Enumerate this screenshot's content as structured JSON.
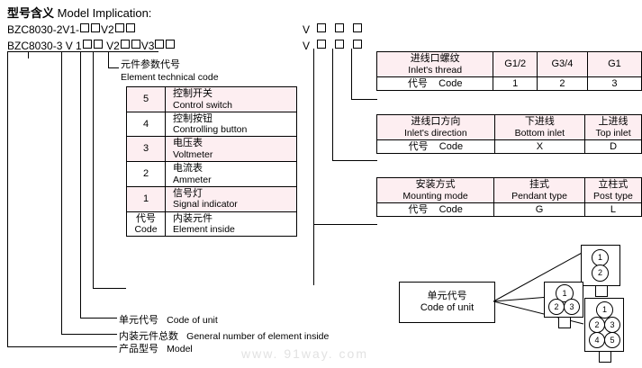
{
  "title": {
    "cn": "型号含义",
    "en": "Model Implication:"
  },
  "model_codes": {
    "line1_prefix": "BZC8030-2V1-",
    "line1_mid": "V2",
    "line2_prefix": "BZC8030-3 V 1",
    "line2_mid": "V2",
    "line2_suffix": "V3"
  },
  "right_codes": {
    "row1": "V",
    "row2": "V"
  },
  "element_technical_code": {
    "cn": "元件参数代号",
    "en": "Element technical code"
  },
  "element_table": {
    "rows": [
      {
        "code": "5",
        "cn": "控制开关",
        "en": "Control switch"
      },
      {
        "code": "4",
        "cn": "控制按钮",
        "en": "Controlling button"
      },
      {
        "code": "3",
        "cn": "电压表",
        "en": "Voltmeter"
      },
      {
        "code": "2",
        "cn": "电流表",
        "en": "Ammeter"
      },
      {
        "code": "1",
        "cn": "信号灯",
        "en": "Signal indicator"
      },
      {
        "code_cn": "代号",
        "code_en": "Code",
        "cn": "内装元件",
        "en": "Element inside"
      }
    ]
  },
  "thread_table": {
    "header": {
      "cn": "进线口螺纹",
      "en": "Inlet's thread"
    },
    "options": [
      "G1/2",
      "G3/4",
      "G1"
    ],
    "code_label_cn": "代号",
    "code_label_en": "Code",
    "codes": [
      "1",
      "2",
      "3"
    ]
  },
  "direction_table": {
    "header": {
      "cn": "进线口方向",
      "en": "Inlet's direction"
    },
    "options": [
      {
        "cn": "下进线",
        "en": "Bottom inlet"
      },
      {
        "cn": "上进线",
        "en": "Top inlet"
      }
    ],
    "code_label_cn": "代号",
    "code_label_en": "Code",
    "codes": [
      "X",
      "D"
    ]
  },
  "mounting_table": {
    "header": {
      "cn": "安装方式",
      "en": "Mounting mode"
    },
    "options": [
      {
        "cn": "挂式",
        "en": "Pendant type"
      },
      {
        "cn": "立柱式",
        "en": "Post type"
      }
    ],
    "code_label_cn": "代号",
    "code_label_en": "Code",
    "codes": [
      "G",
      "L"
    ]
  },
  "bottom_labels": [
    {
      "cn": "单元代号",
      "en": "Code of unit"
    },
    {
      "cn": "内装元件总数",
      "en": "General number of element inside"
    },
    {
      "cn": "产品型号",
      "en": "Model"
    }
  ],
  "unit_code": {
    "cn": "单元代号",
    "en": "Code of unit",
    "figures": [
      {
        "name": "two-hole-unit",
        "circles": [
          "1",
          "2"
        ]
      },
      {
        "name": "three-hole-unit",
        "circles": [
          "1",
          "2",
          "3"
        ]
      },
      {
        "name": "five-hole-unit",
        "circles": [
          "1",
          "2",
          "3",
          "4",
          "5"
        ]
      }
    ]
  },
  "watermark": "www. 91way. com",
  "colors": {
    "header_fill": "#fdeef1",
    "line": "#000000",
    "watermark": "#e2e2e2"
  }
}
